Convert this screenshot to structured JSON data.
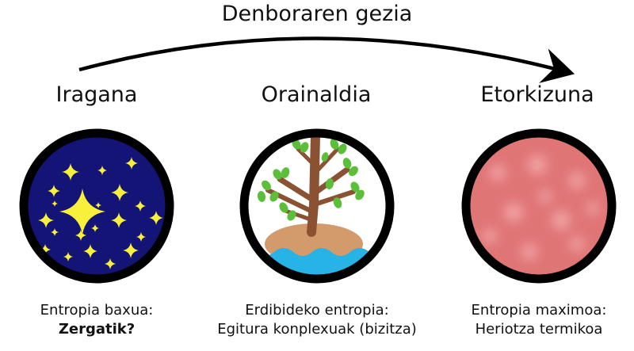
{
  "title": "Denboraren gezia",
  "columns": [
    {
      "label": "Iragana",
      "caption_line1": "Entropia baxua:",
      "caption_line2": "Zergatik?",
      "image": "starry-night"
    },
    {
      "label": "Orainaldia",
      "caption_line1": "Erdibideko entropia:",
      "caption_line2": "Egitura konplexuak (bizitza)",
      "image": "tree-on-island"
    },
    {
      "label": "Etorkizuna",
      "caption_line1": "Entropia maximoa:",
      "caption_line2": "Heriotza termikoa",
      "image": "uniform-red-blur"
    }
  ],
  "colors": {
    "night_sky": "#141476",
    "star": "#f8f03a",
    "ring": "#000000",
    "blur_red": "#e07070"
  }
}
